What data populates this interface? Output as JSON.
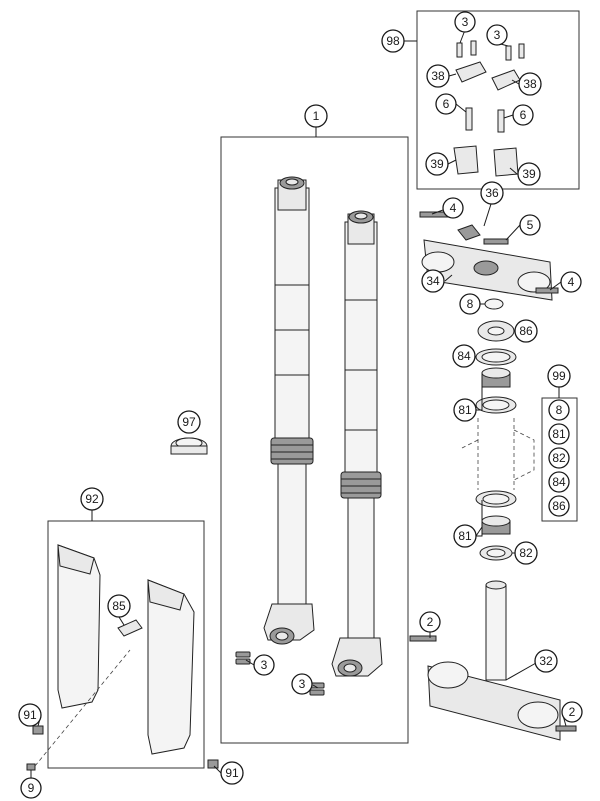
{
  "figure": {
    "type": "exploded-parts-diagram",
    "accent_color": "#1a1a1a",
    "background": "#ffffff"
  },
  "callouts": {
    "c1": "1",
    "c98": "98",
    "c3a": "3",
    "c3b": "3",
    "c38a": "38",
    "c38b": "38",
    "c6a": "6",
    "c6b": "6",
    "c39a": "39",
    "c39b": "39",
    "c4a": "4",
    "c36": "36",
    "c5": "5",
    "c34": "34",
    "c4b": "4",
    "c8": "8",
    "c86": "86",
    "c84": "84",
    "c99": "99",
    "c81a": "81",
    "c97": "97",
    "c92": "92",
    "c85": "85",
    "c81b": "81",
    "c82": "82",
    "c2a": "2",
    "c32": "32",
    "c3c": "3",
    "c3d": "3",
    "c2b": "2",
    "c91a": "91",
    "c9": "9",
    "c91b": "91"
  },
  "kit99_items": [
    "8",
    "81",
    "82",
    "84",
    "86"
  ]
}
